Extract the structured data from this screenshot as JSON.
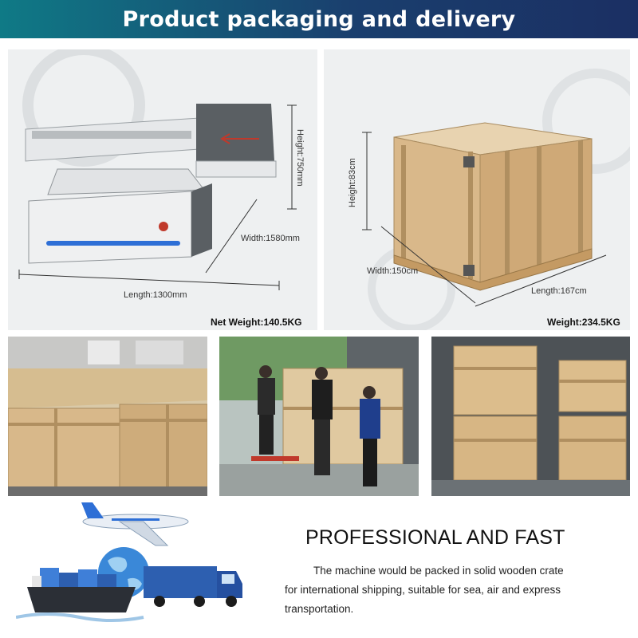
{
  "banner": {
    "title": "Product packaging and delivery"
  },
  "printer_panel": {
    "height_label": "Height:750mm",
    "width_label": "Width:1580mm",
    "length_label": "Length:1300mm",
    "weight_label": "Net Weight:140.5KG"
  },
  "crate_panel": {
    "height_label": "Height:83cm",
    "width_label": "Width:150cm",
    "length_label": "Length:167cm",
    "weight_label": "Weight:234.5KG"
  },
  "shipping": {
    "headline": "PROFESSIONAL AND FAST",
    "body_lines": [
      "The machine would be packed in solid wooden crate",
      "for international shipping, suitable for sea, air and express",
      "transportation."
    ]
  }
}
